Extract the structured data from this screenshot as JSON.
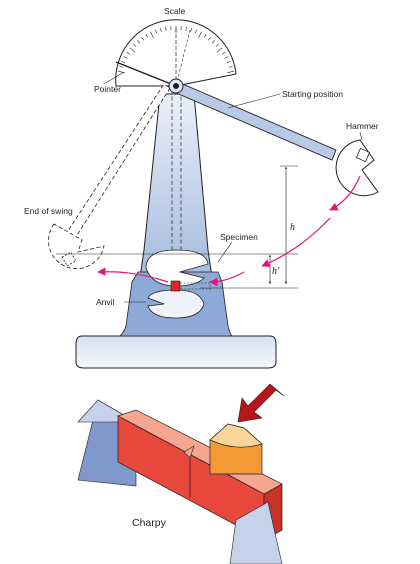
{
  "labels": {
    "scale": "Scale",
    "pointer": "Pointer",
    "starting_position": "Starting position",
    "hammer": "Hammer",
    "end_of_swing": "End of swing",
    "specimen": "Specimen",
    "anvil": "Anvil",
    "h": "h",
    "h_prime": "h′",
    "caption": "Charpy"
  },
  "colors": {
    "column_blue": "#8fa9d6",
    "column_light": "#dfe9f5",
    "base_light": "#e4eef7",
    "specimen_red": "#e8202a",
    "arrow_magenta": "#e0157a",
    "bar_front": "#e8473c",
    "bar_top": "#f4a78e",
    "striker_top": "#fbd49a",
    "striker_side": "#f39a36",
    "arrow_dark": "#b8141c",
    "support_blue": "#7f99cc",
    "support_light": "#c5d3ea"
  },
  "icons": {
    "impact_arrow": "arrow-down-left-icon",
    "swing_arrow": "curved-arrow-icon"
  }
}
